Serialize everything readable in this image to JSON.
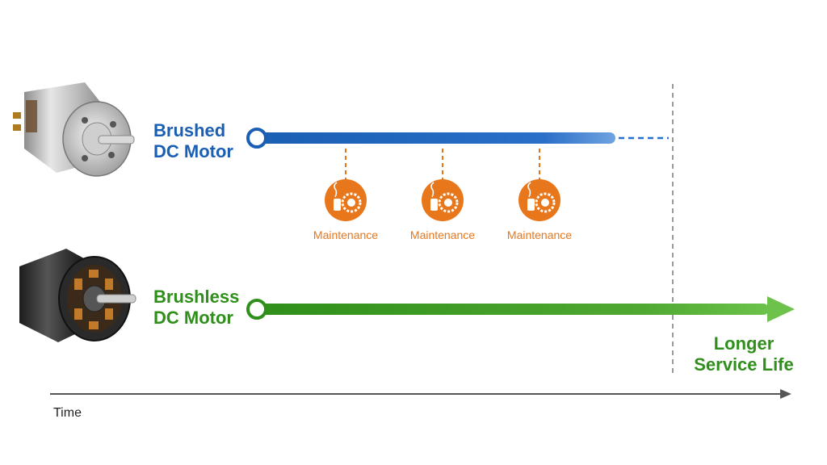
{
  "motors": {
    "brushed": {
      "label": "Brushed\nDC Motor",
      "color": "#1a5fb4"
    },
    "brushless": {
      "label": "Brushless\nDC Motor",
      "color": "#2f8f1a"
    }
  },
  "maintenance": {
    "color": "#e8761b",
    "events": [
      {
        "label": "Maintenance",
        "icon": "maintenance-icon"
      },
      {
        "label": "Maintenance",
        "icon": "maintenance-icon"
      },
      {
        "label": "Maintenance",
        "icon": "maintenance-icon"
      }
    ]
  },
  "outcome": {
    "label": "Longer\nService Life"
  },
  "axis": {
    "label": "Time"
  }
}
